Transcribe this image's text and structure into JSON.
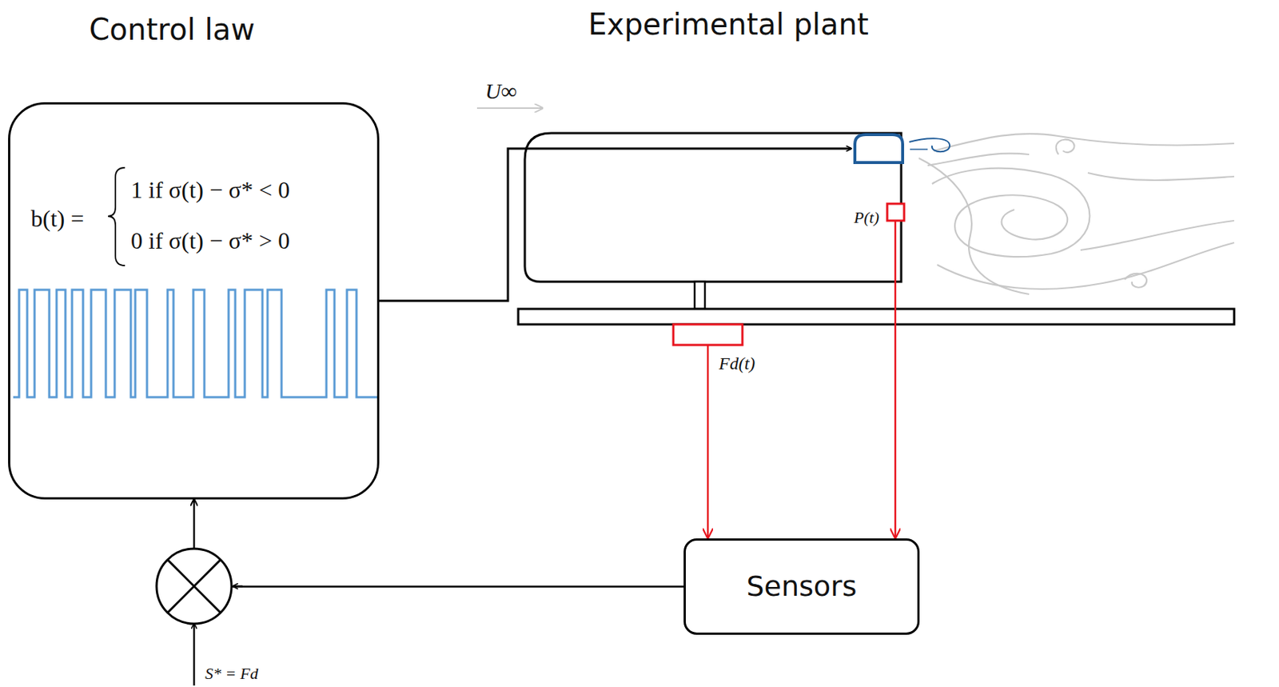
{
  "diagram": {
    "nodes": [
      {
        "text": [
          "Control law",
          "b(t) =",
          "1 if σ(t) − σ* < 0",
          "0 if σ(t) − σ* > 0"
        ]
      },
      {
        "text": [
          "Sensors"
        ]
      }
    ],
    "edges": [
      {
        "from": 1,
        "to": 0,
        "arrow": "to"
      }
    ],
    "labels": [
      "Experimental plant",
      "U∞",
      "P(t)",
      "Fd(t)",
      "S* = Fd"
    ]
  }
}
